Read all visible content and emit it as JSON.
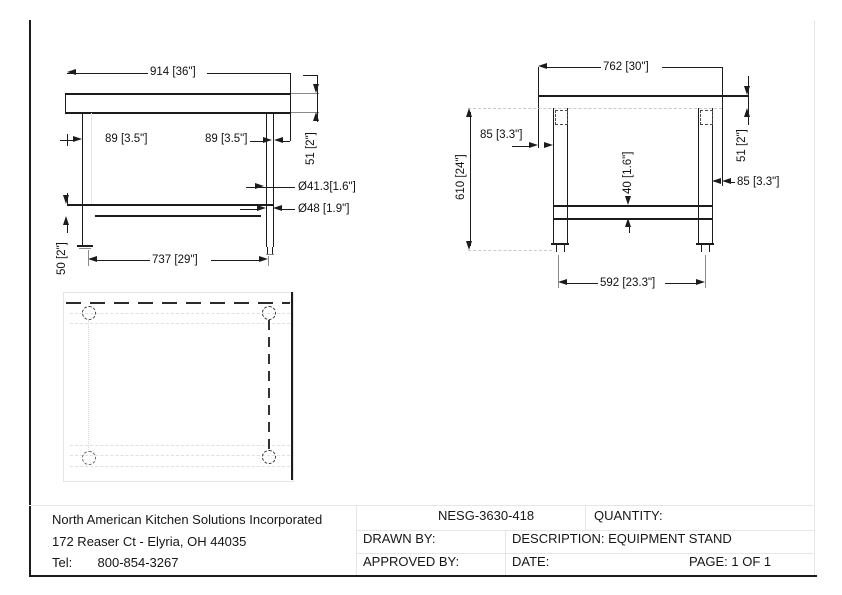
{
  "front_view": {
    "top_width": "914 [36\"]",
    "left_leg_inset": "89 [3.5\"]",
    "right_leg_inset": "89 [3.5\"]",
    "top_thickness": "51 [2\"]",
    "tube_dia_upper": "Ø41.3[1.6\"]",
    "tube_dia_lower": "Ø48 [1.9\"]",
    "shelf_thickness": "50 [2\"]",
    "leg_spacing": "737 [29\"]"
  },
  "side_view": {
    "top_depth": "762 [30\"]",
    "left_leg_inset": "85 [3.3\"]",
    "overall_height": "610 [24\"]",
    "shelf_thickness": "40 [1.6\"]",
    "top_thickness": "51 [2\"]",
    "right_leg_inset": "85 [3.3\"]",
    "leg_spacing": "592 [23.3\"]"
  },
  "title_block": {
    "company_name": "North American Kitchen Solutions Incorporated",
    "company_address": "172 Reaser Ct - Elyria, OH 44035",
    "company_phone": "Tel:       800-854-3267",
    "model_number": "NESG-3630-418",
    "quantity_label": "QUANTITY:",
    "drawn_by_label": "DRAWN BY:",
    "description": "DESCRIPTION: EQUIPMENT STAND",
    "approved_by_label": "APPROVED BY:",
    "date_label": "DATE:",
    "page": "PAGE: 1 OF 1"
  }
}
